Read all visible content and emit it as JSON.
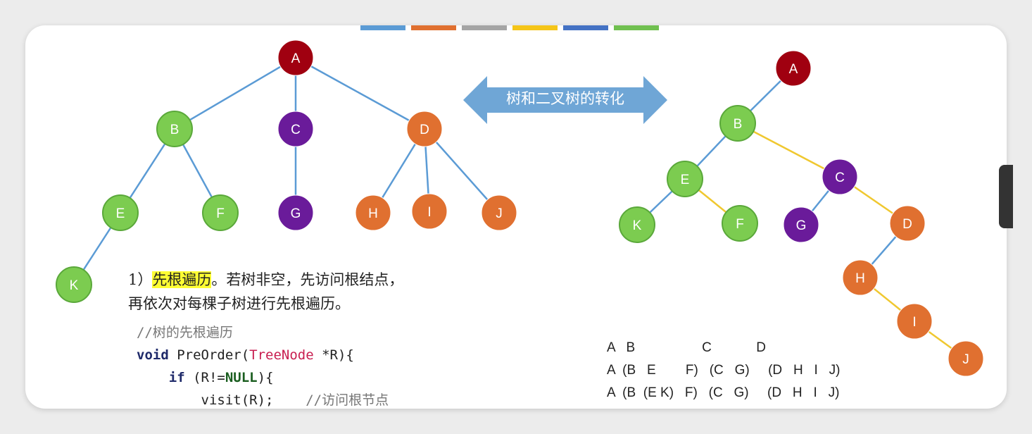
{
  "title": "树和二叉树的转化",
  "colors": {
    "root": "#a00010",
    "green": "#7ccc50",
    "purple": "#6a1b9a",
    "orange": "#e07030",
    "edge": "#5b9bd5",
    "sibling_edge": "#f0c830",
    "arrow": "#6fa6d6"
  },
  "color_bar": [
    "#5b9bd5",
    "#e07030",
    "#a5a5a5",
    "#f5c518",
    "#4472c4",
    "#70c050"
  ],
  "tree": {
    "nodes": [
      {
        "id": "A",
        "c": "root"
      },
      {
        "id": "B",
        "c": "green"
      },
      {
        "id": "C",
        "c": "purple"
      },
      {
        "id": "D",
        "c": "orange"
      },
      {
        "id": "E",
        "c": "green"
      },
      {
        "id": "F",
        "c": "green"
      },
      {
        "id": "G",
        "c": "purple"
      },
      {
        "id": "H",
        "c": "orange"
      },
      {
        "id": "I",
        "c": "orange"
      },
      {
        "id": "J",
        "c": "orange"
      },
      {
        "id": "K",
        "c": "green"
      }
    ],
    "edges": [
      [
        "A",
        "B"
      ],
      [
        "A",
        "C"
      ],
      [
        "A",
        "D"
      ],
      [
        "B",
        "E"
      ],
      [
        "B",
        "F"
      ],
      [
        "C",
        "G"
      ],
      [
        "D",
        "H"
      ],
      [
        "D",
        "I"
      ],
      [
        "D",
        "J"
      ],
      [
        "E",
        "K"
      ]
    ]
  },
  "binary_tree": {
    "edges": [
      [
        "A",
        "B",
        "child"
      ],
      [
        "B",
        "E",
        "child"
      ],
      [
        "E",
        "K",
        "child"
      ],
      [
        "B",
        "C",
        "sibling"
      ],
      [
        "E",
        "F",
        "sibling"
      ],
      [
        "C",
        "G",
        "child"
      ],
      [
        "C",
        "D",
        "sibling"
      ],
      [
        "D",
        "H",
        "child"
      ],
      [
        "H",
        "I",
        "sibling"
      ],
      [
        "I",
        "J",
        "sibling"
      ]
    ]
  },
  "text": {
    "num": "1）",
    "highlight": "先根遍历",
    "line1_rest": "。若树非空，先访问根结点，",
    "line2": "再依次对每棵子树进行先根遍历。"
  },
  "code": {
    "comment1": "//树的先根遍历",
    "void": "void",
    "fn": " PreOrder(",
    "type": "TreeNode",
    "params": " *R){",
    "if": "if",
    "cond1": " (R!=",
    "null": "NULL",
    "cond2": "){",
    "visit": "visit(R);",
    "comment2": "//访问根节点"
  },
  "sequence": [
    "A   B                  C            D",
    "A  (B   E        F)   (C   G)     (D   H   I   J)",
    "A  (B  (E K)   F)   (C   G)     (D   H   I   J)"
  ]
}
